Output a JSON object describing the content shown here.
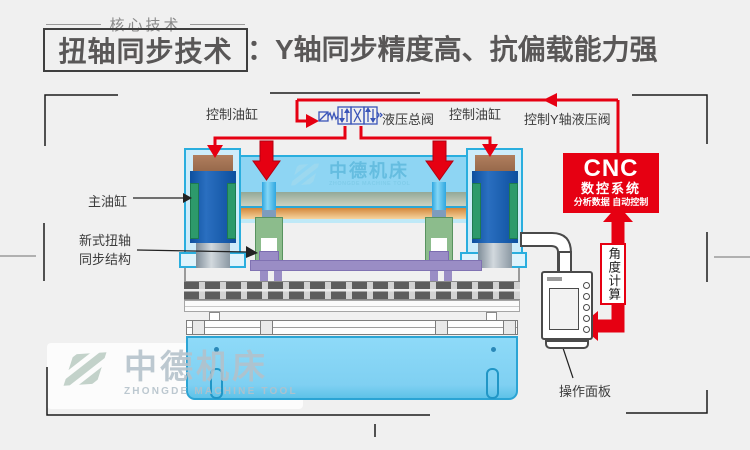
{
  "header": {
    "tagline": "核心技术",
    "title_boxed": "扭轴同步技术",
    "title_rest": "：Y轴同步精度高、抗偏载能力强"
  },
  "diagram": {
    "labels": {
      "control_cylinder_left": "控制油缸",
      "control_cylinder_right": "控制油缸",
      "hydraulic_main_valve": "液压总阀",
      "control_y_axis_valve": "控制Y轴液压阀",
      "main_cylinder": "主油缸",
      "torsion_structure_line1": "新式扭轴",
      "torsion_structure_line2": "同步结构",
      "angle_calculation": "角度计算",
      "operation_panel": "操作面板"
    },
    "cnc": {
      "title": "CNC",
      "subtitle": "数控系统",
      "description": "分析数据 自动控制"
    }
  },
  "branding": {
    "name_cn": "中德机床",
    "name_en": "ZHONGDE MACHINE TOOL"
  },
  "colors": {
    "accent_red": "#e60012",
    "machine_blue": "#8ed5f3",
    "frame_cyan": "#2aaede",
    "torsion_purple": "#9a8dc5"
  }
}
